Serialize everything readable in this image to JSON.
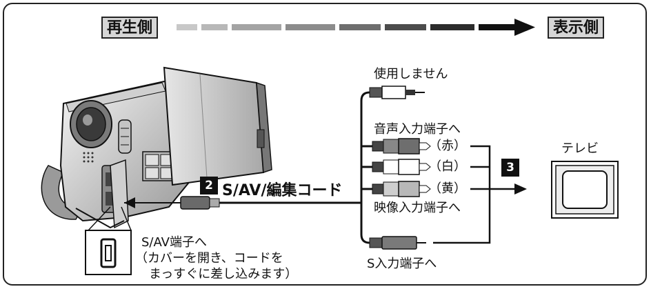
{
  "header": {
    "source_label": "再生側",
    "destination_label": "表示側"
  },
  "steps": {
    "step2_number": "2",
    "step3_number": "3"
  },
  "cable": {
    "name": "S/AV/編集コード"
  },
  "plugs": {
    "unused_label": "使用しません",
    "audio_input_label": "音声入力端子へ",
    "red_label": "（赤）",
    "white_label": "（白）",
    "yellow_label": "（黄）",
    "video_input_label": "映像入力端子へ",
    "s_input_label": "S入力端子へ"
  },
  "devices": {
    "tv_label": "テレビ"
  },
  "notes": {
    "jack_label": "S/AV端子へ",
    "instruction_line1": "（カバーを開き、コードを",
    "instruction_line2": "まっすぐに差し込みます）"
  },
  "colors": {
    "line": "#111111",
    "label_fill": "#d6d6d6",
    "gradient_start": "#c8c8c8",
    "gradient_end": "#111111"
  }
}
